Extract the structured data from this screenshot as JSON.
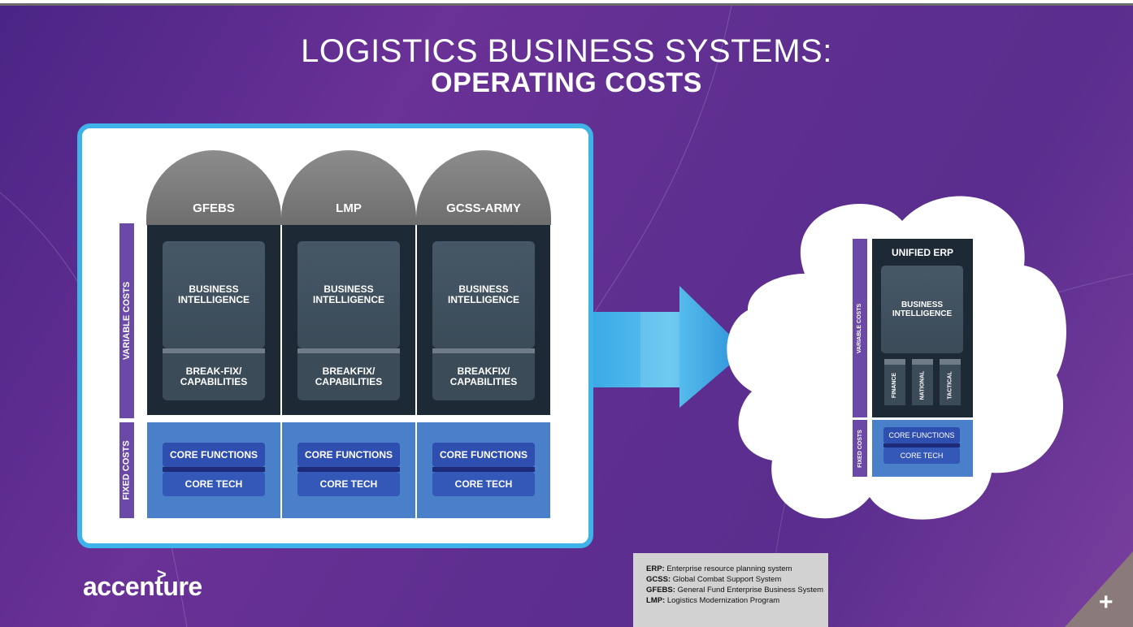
{
  "title": {
    "line1": "LOGISTICS BUSINESS SYSTEMS:",
    "line2": "OPERATING COSTS"
  },
  "left": {
    "variable_costs_label": "VARIABLE COSTS",
    "fixed_costs_label": "FIXED COSTS",
    "columns": [
      {
        "name": "GFEBS",
        "bi": "BUSINESS INTELLIGENCE",
        "bf": "BREAK-FIX/ CAPABILITIES",
        "core_functions": "CORE FUNCTIONS",
        "core_tech": "CORE TECH"
      },
      {
        "name": "LMP",
        "bi": "BUSINESS INTELLIGENCE",
        "bf": "BREAKFIX/ CAPABILITIES",
        "core_functions": "CORE FUNCTIONS",
        "core_tech": "CORE TECH"
      },
      {
        "name": "GCSS-ARMY",
        "bi": "BUSINESS INTELLIGENCE",
        "bf": "BREAKFIX/ CAPABILITIES",
        "core_functions": "CORE FUNCTIONS",
        "core_tech": "CORE TECH"
      }
    ]
  },
  "right": {
    "title": "UNIFIED ERP",
    "variable_costs_label": "VARIABLE COSTS",
    "fixed_costs_label": "FIXED COSTS",
    "bi": "BUSINESS INTELLIGENCE",
    "modules": [
      "FINANCE",
      "NATIONAL",
      "TACTICAL"
    ],
    "core_functions": "CORE FUNCTIONS",
    "core_tech": "CORE TECH"
  },
  "legend": [
    {
      "term": "ERP:",
      "definition": "Enterprise resource planning system"
    },
    {
      "term": "GCSS:",
      "definition": "Global Combat Support System"
    },
    {
      "term": "GFEBS:",
      "definition": "General Fund Enterprise Business System"
    },
    {
      "term": "LMP:",
      "definition": "Logistics Modernization Program"
    }
  ],
  "logo": {
    "text": "accenture",
    "mark": ">"
  },
  "corner_symbol": "+",
  "colors": {
    "background": "#5e2f90",
    "panel_border": "#3fb3e8",
    "variable_block": "#1d2a36",
    "fixed_block": "#4a7fc9",
    "side_label": "#6a4aa6",
    "arrow": "#4bb8ea"
  }
}
